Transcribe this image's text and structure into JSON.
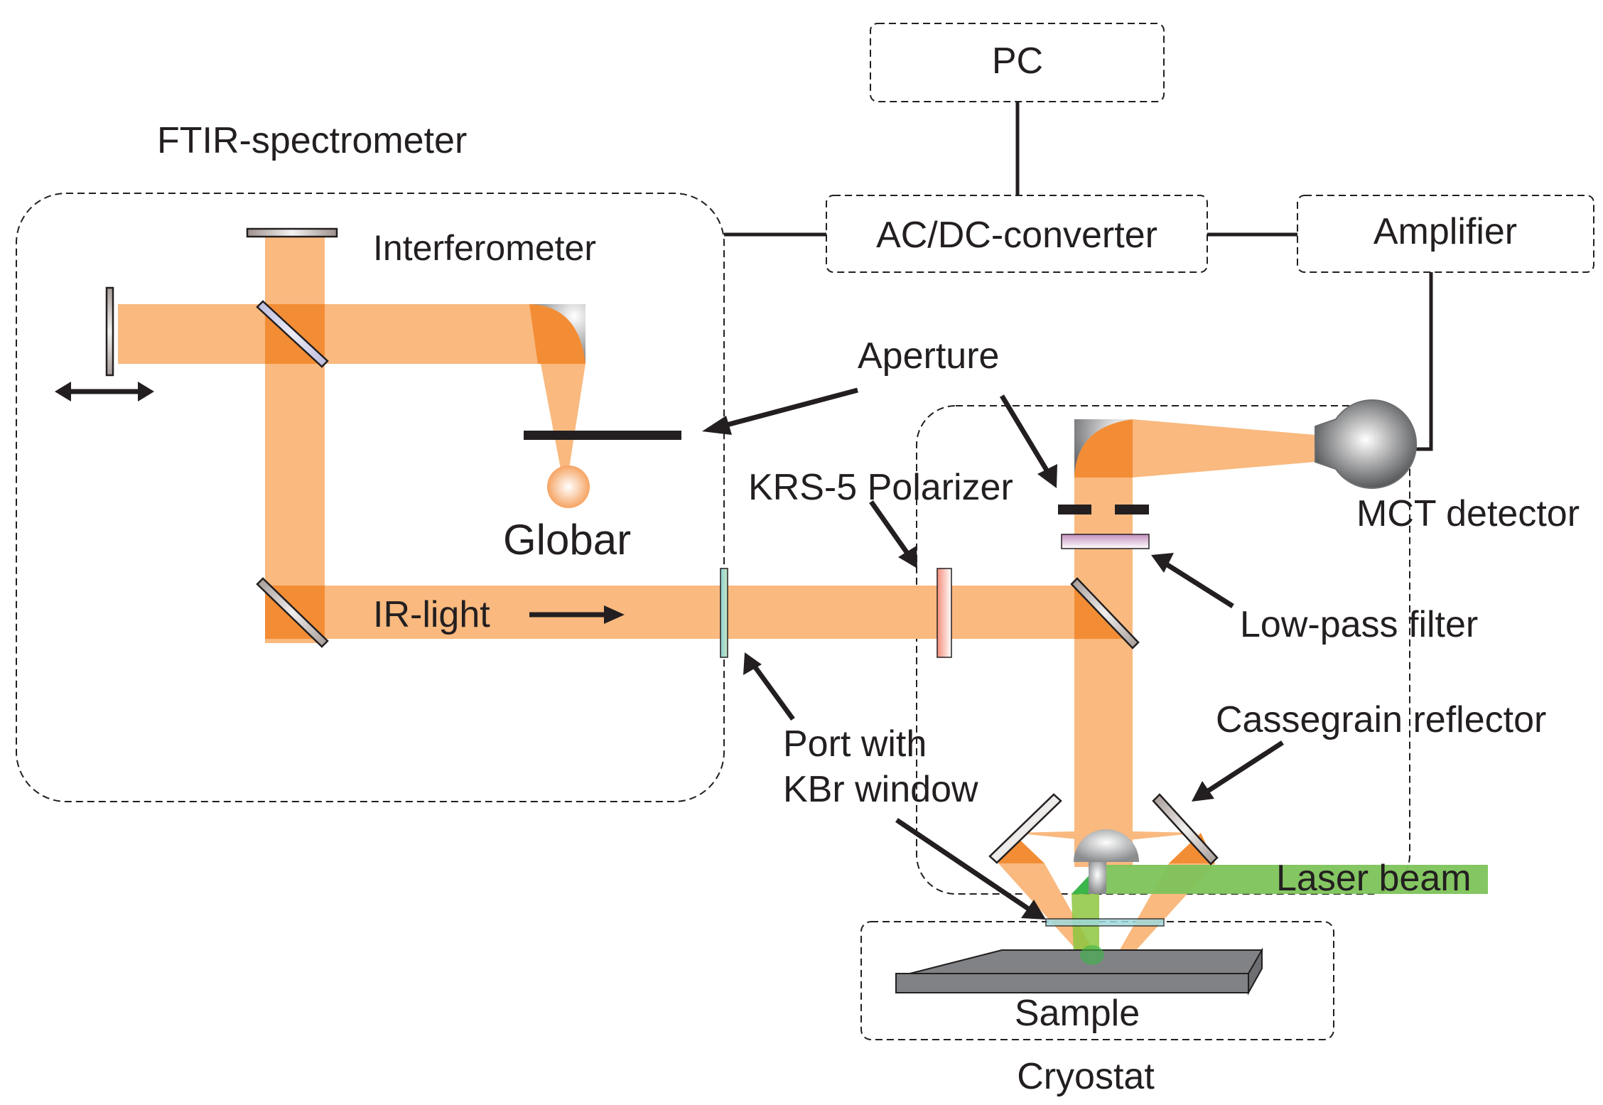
{
  "diagram": {
    "title": "FTIR microspectroscopy setup with laser excitation",
    "blocks": {
      "ftir": {
        "label": "FTIR-spectrometer"
      },
      "interferometer": {
        "label": "Interferometer"
      },
      "pc": {
        "label": "PC"
      },
      "acdc": {
        "label": "AC/DC-converter"
      },
      "amplifier": {
        "label": "Amplifier"
      },
      "cryostat": {
        "label": "Cryostat"
      }
    },
    "components": {
      "globar": "Globar",
      "ir_light": "IR-light",
      "aperture": "Aperture",
      "polarizer": "KRS-5 Polarizer",
      "detector": "MCT detector",
      "lowpass": "Low-pass filter",
      "cassegrain": "Cassegrain reflector",
      "port_line1": "Port with",
      "port_line2": "KBr window",
      "laser": "Laser beam",
      "sample": "Sample"
    },
    "colors": {
      "ir_beam": "#f9b97f",
      "ir_beam_overlap": "#f38d35",
      "laser_beam": "#7dc35a",
      "laser_mirror": "#3cb54a",
      "kbr_window": "#9fd9dc",
      "polarizer": "#f58d7a",
      "lowpass_filter": "#c58fbf",
      "sample": "#808285"
    },
    "connections": [
      [
        "PC",
        "AC/DC-converter"
      ],
      [
        "FTIR-spectrometer",
        "AC/DC-converter"
      ],
      [
        "AC/DC-converter",
        "Amplifier"
      ],
      [
        "Amplifier",
        "MCT detector"
      ]
    ]
  }
}
